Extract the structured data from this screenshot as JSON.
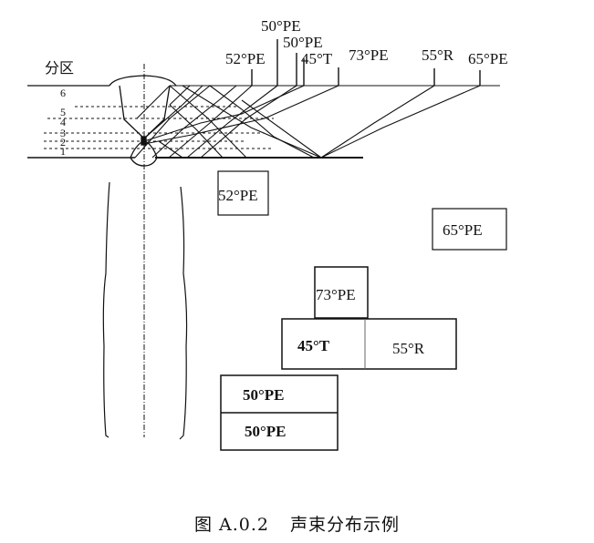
{
  "zone_label": "分区",
  "zones": [
    "1",
    "2",
    "3",
    "4",
    "5",
    "6"
  ],
  "top_labels": [
    {
      "id": "52pe",
      "text": "52°PE"
    },
    {
      "id": "50pe-a",
      "text": "50°PE"
    },
    {
      "id": "50pe-b",
      "text": "50°PE"
    },
    {
      "id": "45t",
      "text": "45°T"
    },
    {
      "id": "73pe",
      "text": "73°PE"
    },
    {
      "id": "55r",
      "text": "55°R"
    },
    {
      "id": "65pe",
      "text": "65°PE"
    }
  ],
  "boxes": {
    "b52pe": "52°PE",
    "b65pe": "65°PE",
    "b73pe": "73°PE",
    "b45t": "45°T",
    "b55r": "55°R",
    "b50pe_top": "50°PE",
    "b50pe_bottom": "50°PE"
  },
  "caption": {
    "figure_no": "图 A.0.2",
    "title": "声束分布示例"
  }
}
